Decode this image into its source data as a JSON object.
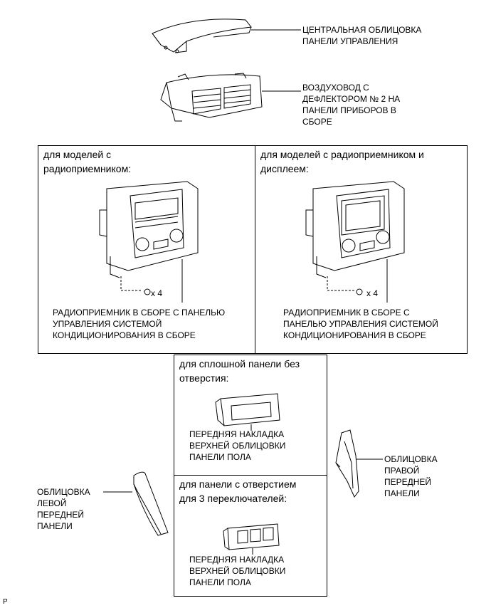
{
  "labels": {
    "center_cluster": "ЦЕНТРАЛЬНАЯ ОБЛИЦОВКА\nПАНЕЛИ УПРАВЛЕНИЯ",
    "air_duct": "ВОЗДУХОВОД С\nДЕФЛЕКТОРОМ № 2 НА\nПАНЕЛИ ПРИБОРОВ В\nСБОРЕ",
    "radio_assy_a": "РАДИОПРИЕМНИК В СБОРЕ С ПАНЕЛЬЮ\nУПРАВЛЕНИЯ СИСТЕМОЙ\nКОНДИЦИОНИРОВАНИЯ В СБОРЕ",
    "radio_assy_b": "РАДИОПРИЕМНИК В СБОРЕ С\nПАНЕЛЬЮ УПРАВЛЕНИЯ СИСТЕМОЙ\nКОНДИЦИОНИРОВАНИЯ В СБОРЕ",
    "screw_count_a": "x 4",
    "screw_count_b": "x 4",
    "lower_panel_a": "ПЕРЕДНЯЯ НАКЛАДКА\nВЕРХНЕЙ ОБЛИЦОВКИ\nПАНЕЛИ ПОЛА",
    "lower_panel_b": "ПЕРЕДНЯЯ НАКЛАДКА\nВЕРХНЕЙ ОБЛИЦОВКИ\nПАНЕЛИ ПОЛА",
    "left_trim": "ОБЛИЦОВКА\nЛЕВОЙ\nПЕРЕДНЕЙ\nПАНЕЛИ",
    "right_trim": "ОБЛИЦОВКА\nПРАВОЙ\nПЕРЕДНЕЙ\nПАНЕЛИ",
    "footer_mark": "P"
  },
  "headers": {
    "radio_only": "для моделей с\nрадиоприемником:",
    "radio_display": "для моделей с радиоприемником и\nдисплеем:",
    "solid_panel": "для сплошной панели без\nотверстия:",
    "switch_panel": "для панели с отверстием\nдля 3 переключателей:"
  }
}
